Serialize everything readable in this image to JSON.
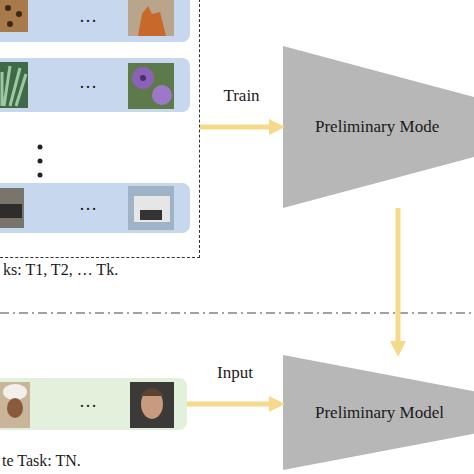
{
  "diagram": {
    "nodes": [
      {
        "text": [
          "ks: T1, T2, … Tk."
        ]
      },
      {
        "text": [
          "Preliminary Mode"
        ]
      },
      {
        "text": [
          "te Task: TN."
        ]
      },
      {
        "text": [
          "Preliminary Model"
        ]
      }
    ],
    "edges": [
      {
        "from": 0,
        "to": 1,
        "arrow": "to",
        "label": "Train"
      },
      {
        "from": 1,
        "to": 3,
        "arrow": "to"
      },
      {
        "from": 2,
        "to": 3,
        "arrow": "to",
        "label": "Input"
      }
    ],
    "labels": [
      "…",
      "…",
      "…",
      "…"
    ]
  }
}
